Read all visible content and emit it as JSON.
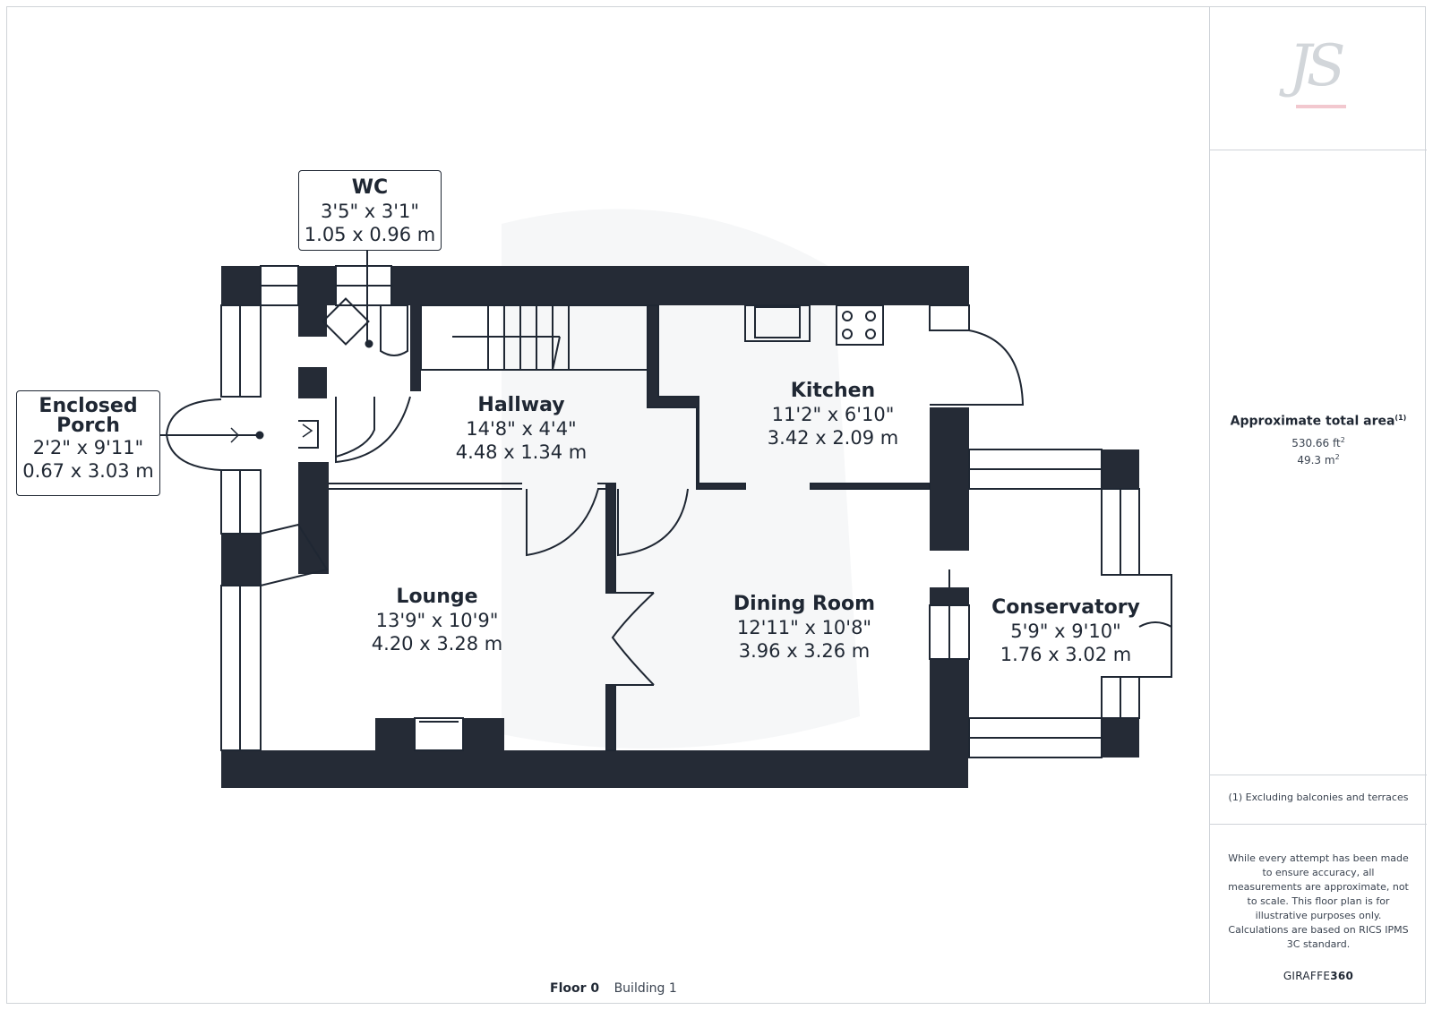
{
  "rooms": {
    "wc": {
      "name": "WC",
      "imperial": "3'5\" x 3'1\"",
      "metric": "1.05 x 0.96 m"
    },
    "porch": {
      "name_line1": "Enclosed",
      "name_line2": "Porch",
      "imperial": "2'2\" x 9'11\"",
      "metric": "0.67 x 3.03 m"
    },
    "hallway": {
      "name": "Hallway",
      "imperial": "14'8\" x 4'4\"",
      "metric": "4.48 x 1.34 m"
    },
    "kitchen": {
      "name": "Kitchen",
      "imperial": "11'2\" x 6'10\"",
      "metric": "3.42 x 2.09 m"
    },
    "lounge": {
      "name": "Lounge",
      "imperial": "13'9\" x 10'9\"",
      "metric": "4.20 x 3.28 m"
    },
    "dining": {
      "name": "Dining Room",
      "imperial": "12'11\" x 10'8\"",
      "metric": "3.96 x 3.26 m"
    },
    "conservatory": {
      "name": "Conservatory",
      "imperial": "5'9\" x 9'10\"",
      "metric": "1.76 x 3.02 m"
    }
  },
  "sidebar": {
    "logo_text": "JS",
    "area_title": "Approximate total area",
    "area_note_ref": "(1)",
    "area_ft": "530.66 ft",
    "area_ft_unit_sup": "2",
    "area_m": "49.3 m",
    "area_m_unit_sup": "2",
    "footnote": "(1) Excluding balconies and terraces",
    "disclaimer": "While every attempt has been made to ensure accuracy, all measurements are approximate, not to scale. This floor plan is for illustrative purposes only.",
    "calculation": "Calculations are based on RICS IPMS 3C standard.",
    "brand_light": "GIRAFFE",
    "brand_bold": "360"
  },
  "footer": {
    "floor": "Floor 0",
    "building": "Building 1"
  },
  "colors": {
    "wall": "#252b36",
    "line": "#1f2733",
    "frame": "#cfd3d8",
    "watermark": "#f4f5f7"
  }
}
